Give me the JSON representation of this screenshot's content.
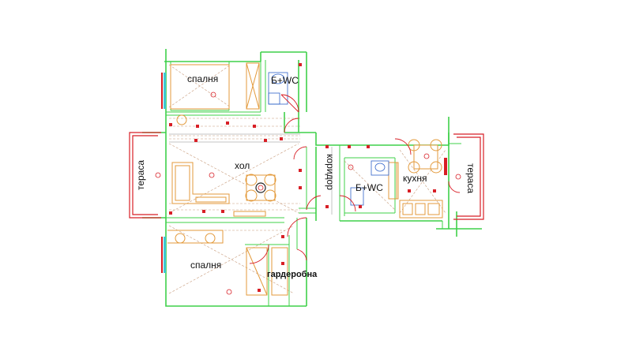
{
  "plan": {
    "rooms": {
      "bedroom_top": "спалня",
      "bath_top": "Б+WC",
      "living": "хол",
      "terrace_left": "тераса",
      "corridor": "коридор",
      "bath_middle": "Б+WC",
      "kitchen": "кухня",
      "terrace_right": "тераса",
      "bedroom_bottom": "спалня",
      "wardrobe": "гардеробна"
    }
  }
}
